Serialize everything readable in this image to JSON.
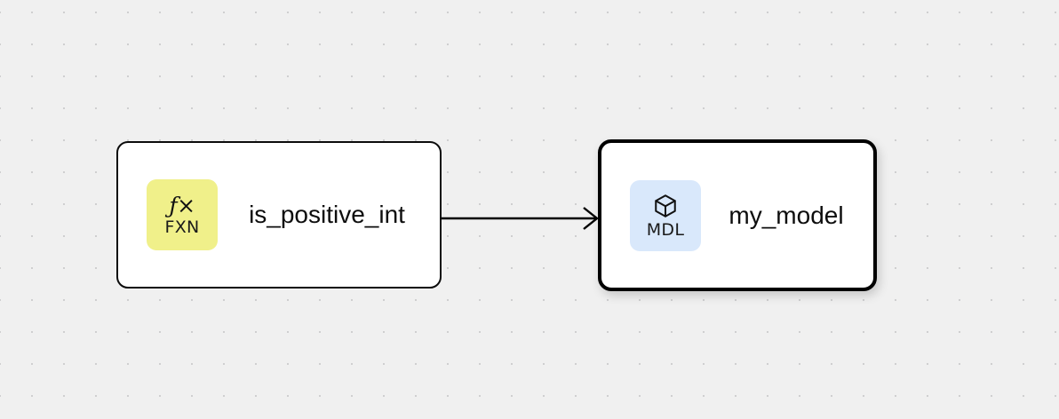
{
  "canvas": {
    "background_color": "#f0f0f0",
    "dot_color": "#c4c4c6",
    "grid_spacing": 36
  },
  "graph": {
    "nodes": [
      {
        "id": "is_positive_int",
        "title": "is_positive_int",
        "badge": {
          "glyph": "ƒ×",
          "icon_name": "function-glyph",
          "label": "FXN",
          "color": "#f0f08a"
        },
        "selected": false,
        "border_color": "#0c0c0c",
        "fill_color": "#ffffff"
      },
      {
        "id": "my_model",
        "title": "my_model",
        "badge": {
          "glyph": "",
          "icon_name": "cube-icon",
          "label": "MDL",
          "color": "#d9e8fb"
        },
        "selected": true,
        "border_color": "#000000",
        "fill_color": "#ffffff"
      }
    ],
    "edges": [
      {
        "id": "edge-is_positive_int-my_model",
        "source": "is_positive_int",
        "target": "my_model",
        "color": "#000000",
        "arrow": "open-arrowhead"
      }
    ]
  }
}
